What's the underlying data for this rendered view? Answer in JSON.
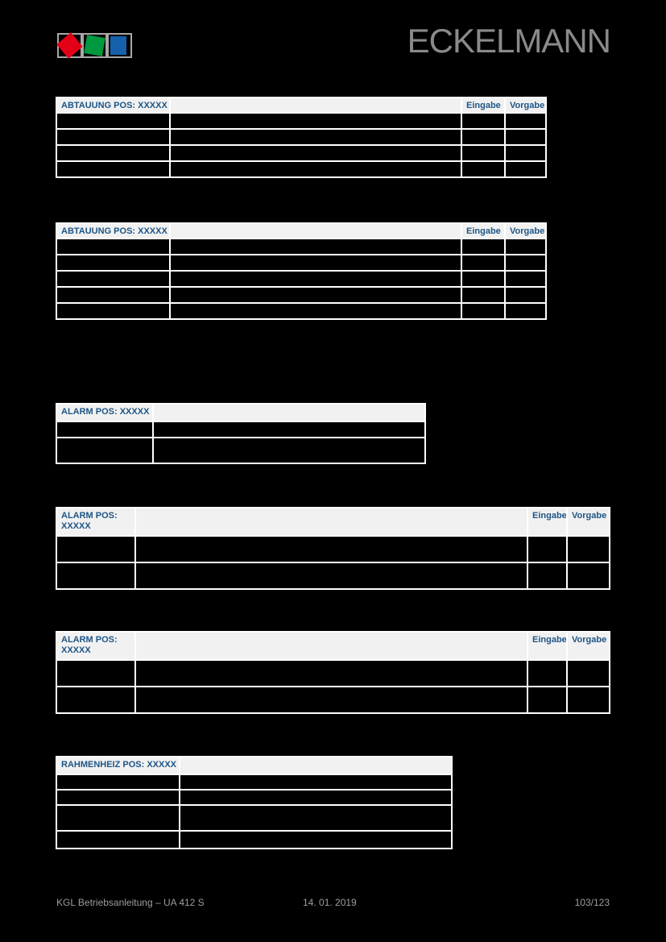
{
  "brand": {
    "name": "ECKELMANN"
  },
  "logo": {
    "squares": [
      "red-square",
      "green-square",
      "blue-square"
    ],
    "colors": {
      "red": "#e30017",
      "green": "#00993f",
      "blue": "#1661ad",
      "frame": "#a8a8a8"
    }
  },
  "theme": {
    "page_bg": "#000000",
    "table_header_bg": "#f1f1f1",
    "table_header_text": "#1d5586",
    "table_cell_bg": "#000000",
    "table_grid": "#ffffff",
    "muted_text": "#9e9e9e",
    "wordmark_text": "#8a8a8a"
  },
  "tables": [
    {
      "title": "ABTAUUNG POS: XXXXX",
      "col_headers": [
        "Eingabe",
        "Vorgabe"
      ],
      "body_rows": [
        [
          "",
          "",
          "",
          ""
        ],
        [
          "",
          "",
          "",
          ""
        ],
        [
          "",
          "",
          "",
          ""
        ],
        [
          "",
          "",
          "",
          ""
        ]
      ]
    },
    {
      "title": "ABTAUUNG POS: XXXXX",
      "col_headers": [
        "Eingabe",
        "Vorgabe"
      ],
      "body_rows": [
        [
          "",
          "",
          "",
          ""
        ],
        [
          "",
          "",
          "",
          ""
        ],
        [
          "",
          "",
          "",
          ""
        ],
        [
          "",
          "",
          "",
          ""
        ],
        [
          "",
          "",
          "",
          ""
        ]
      ]
    },
    {
      "title": "ALARM POS: XXXXX",
      "col_headers": [],
      "body_rows": [
        [
          "",
          ""
        ],
        [
          "",
          ""
        ]
      ]
    },
    {
      "title": "ALARM POS:\nXXXXX",
      "col_headers": [
        "Eingabe",
        "Vorgabe"
      ],
      "body_rows": [
        [
          "",
          "",
          "",
          ""
        ],
        [
          "",
          "",
          "",
          ""
        ]
      ]
    },
    {
      "title": "ALARM POS:\nXXXXX",
      "col_headers": [
        "Eingabe",
        "Vorgabe"
      ],
      "body_rows": [
        [
          "",
          "",
          "",
          ""
        ],
        [
          "",
          "",
          "",
          ""
        ]
      ]
    },
    {
      "title": "RAHMENHEIZ POS: XXXXX",
      "col_headers": [],
      "body_rows": [
        [
          "",
          ""
        ],
        [
          "",
          ""
        ],
        [
          "",
          ""
        ],
        [
          "",
          ""
        ]
      ]
    }
  ],
  "footer": {
    "left": "KGL Betriebsanleitung – UA 412 S",
    "center": "14. 01. 2019",
    "right": "103/123"
  }
}
